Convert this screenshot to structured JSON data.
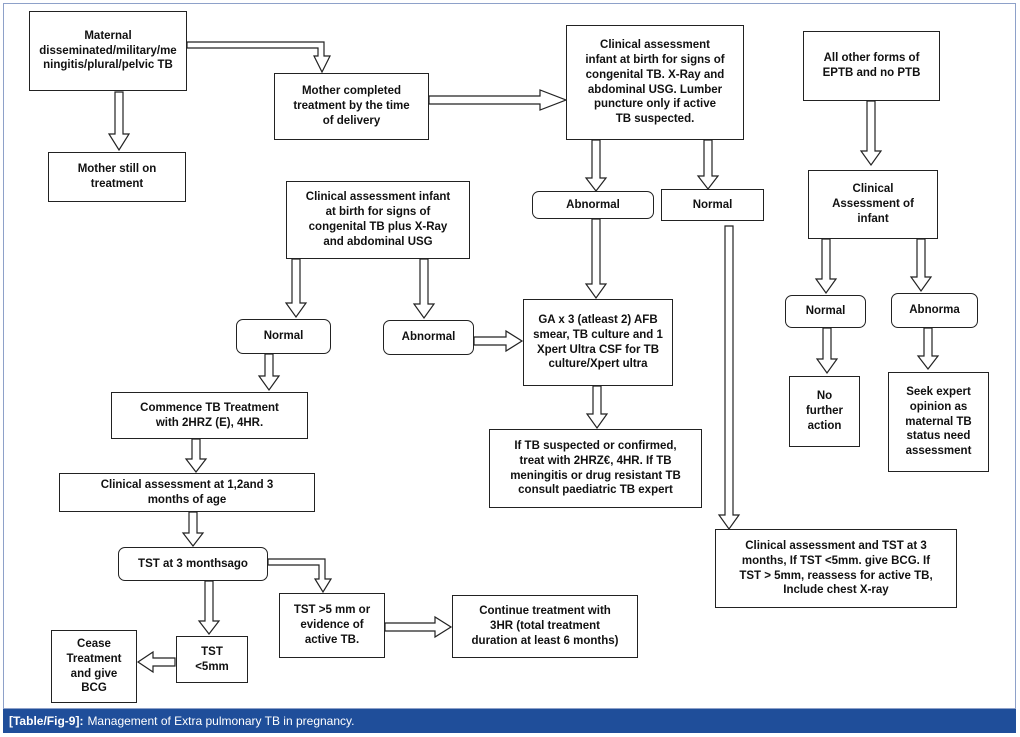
{
  "nodes": {
    "maternal_tb": "Maternal\ndisseminated/military/me\nningitis/plural/pelvic TB",
    "mother_still_on_treatment": "Mother still on\ntreatment",
    "mother_completed": "Mother completed\ntreatment by the time\nof delivery",
    "clinical_assessment_top": "Clinical assessment\ninfant at birth for signs of\ncongenital TB. X-Ray and\nabdominal USG. Lumber\npuncture only if active\nTB suspected.",
    "abnormal_top": "Abnormal",
    "normal_top": "Normal",
    "all_other_eptb": "All other forms of\nEPTB and no PTB",
    "clinical_assessment_infant": "Clinical\nAssessment of\ninfant",
    "normal_right": "Normal",
    "abnormal_right": "Abnorma",
    "no_further_action": "No\nfurther\naction",
    "seek_expert": "Seek expert\nopinion as\nmaternal TB\nstatus need\nassessment",
    "clinical_assessment_mid": "Clinical assessment infant\nat birth for signs of\ncongenital TB plus X-Ray\nand abdominal USG",
    "normal_mid": "Normal",
    "abnormal_mid": "Abnormal",
    "ga_x3": "GA x 3 (atleast 2) AFB\nsmear, TB culture and 1\nXpert Ultra CSF for TB\nculture/Xpert ultra",
    "commence_tb": "Commence TB Treatment\nwith 2HRZ (E), 4HR.",
    "if_tb_suspected": "If TB suspected or confirmed,\ntreat with 2HRZ€, 4HR. If TB\nmeningitis or drug resistant TB\nconsult paediatric TB expert",
    "clinical_assessment_months": "Clinical assessment at 1,2and 3\nmonths of age",
    "tst_3months": "TST at 3 monthsago",
    "tst_gt5": "TST >5 mm or\nevidence of\nactive TB.",
    "continue_treatment": "Continue treatment with\n3HR (total treatment\nduration at least 6 months)",
    "clinical_tst_3months": "Clinical assessment and TST at 3\nmonths, If TST <5mm. give BCG. If\nTST > 5mm, reassess for active TB,\nInclude chest X-ray",
    "tst_lt5": "TST\n<5mm",
    "cease_treatment": "Cease\nTreatment\nand give\nBCG"
  },
  "caption": {
    "tag": "[Table/Fig-9]:",
    "text": "Management of Extra pulmonary TB in pregnancy."
  },
  "colors": {
    "caption_bar": "#1f4e9a",
    "frame_border": "#8ea1c9",
    "box_border": "#222222"
  }
}
